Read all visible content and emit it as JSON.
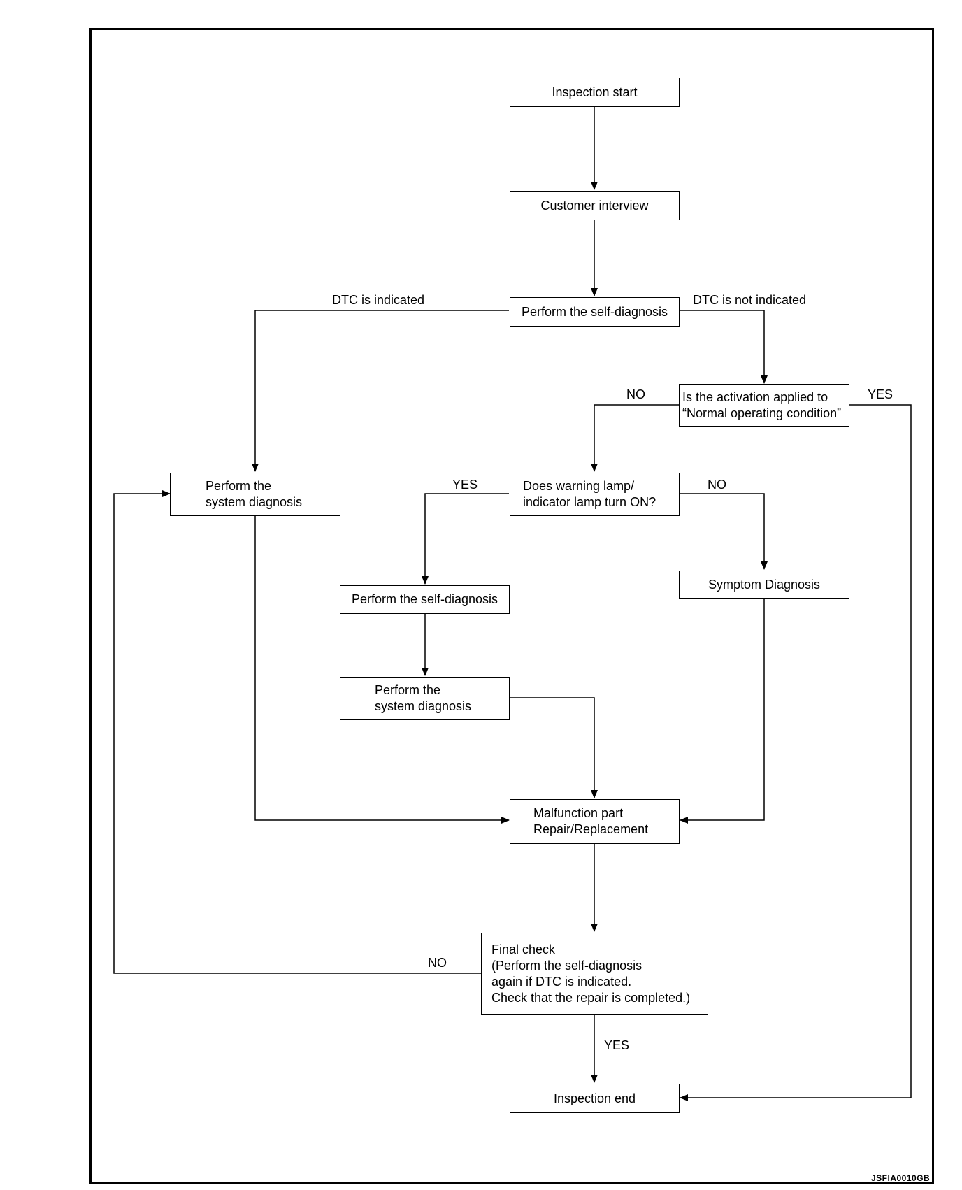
{
  "nodes": {
    "start": "Inspection start",
    "interview": "Customer interview",
    "self_diag_1": "Perform the self-diagnosis",
    "activation_question": "Is the activation applied to\n“Normal operating condition”",
    "system_diag_left": "Perform the\nsystem diagnosis",
    "lamp_question": "Does warning lamp/\nindicator lamp turn ON?",
    "self_diag_2": "Perform the self-diagnosis",
    "symptom_diag": "Symptom Diagnosis",
    "system_diag_mid": "Perform the\nsystem diagnosis",
    "repair": "Malfunction part\nRepair/Replacement",
    "final_check": "Final check\n(Perform the self-diagnosis\nagain if DTC is indicated.\nCheck that the repair is completed.)",
    "end": "Inspection end"
  },
  "labels": {
    "dtc_indicated": "DTC is indicated",
    "dtc_not_indicated": "DTC is not indicated",
    "activation_no": "NO",
    "activation_yes": "YES",
    "lamp_yes": "YES",
    "lamp_no": "NO",
    "final_no": "NO",
    "final_yes": "YES"
  },
  "figure_code": "JSFIA0010GB"
}
